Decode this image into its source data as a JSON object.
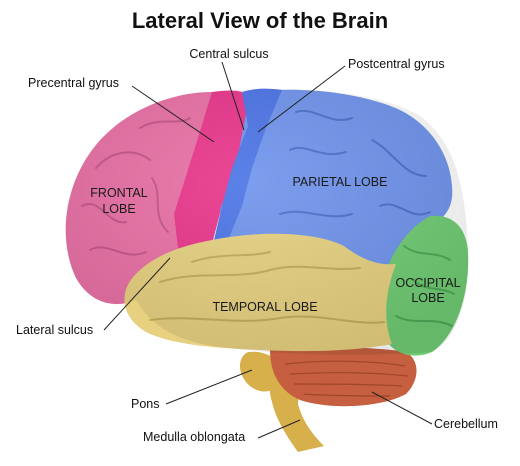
{
  "title": "Lateral View of the Brain",
  "colors": {
    "frontal": "#e86fa4",
    "precentral": "#e8338a",
    "parietal": "#6f93ec",
    "postcentral": "#4a73e6",
    "temporal": "#e7d07f",
    "occipital": "#6fcc73",
    "cerebellum": "#c65f3f",
    "brainstem": "#d7b04c"
  },
  "callouts": {
    "central_sulcus": "Central sulcus",
    "postcentral_gyrus": "Postcentral gyrus",
    "precentral_gyrus": "Precentral gyrus",
    "lateral_sulcus": "Lateral sulcus",
    "pons": "Pons",
    "medulla_oblongata": "Medulla oblongata",
    "cerebellum": "Cerebellum"
  },
  "lobes": {
    "frontal_line1": "FRONTAL",
    "frontal_line2": "LOBE",
    "parietal": "PARIETAL LOBE",
    "temporal": "TEMPORAL LOBE",
    "occipital_line1": "OCCIPITAL",
    "occipital_line2": "LOBE"
  }
}
